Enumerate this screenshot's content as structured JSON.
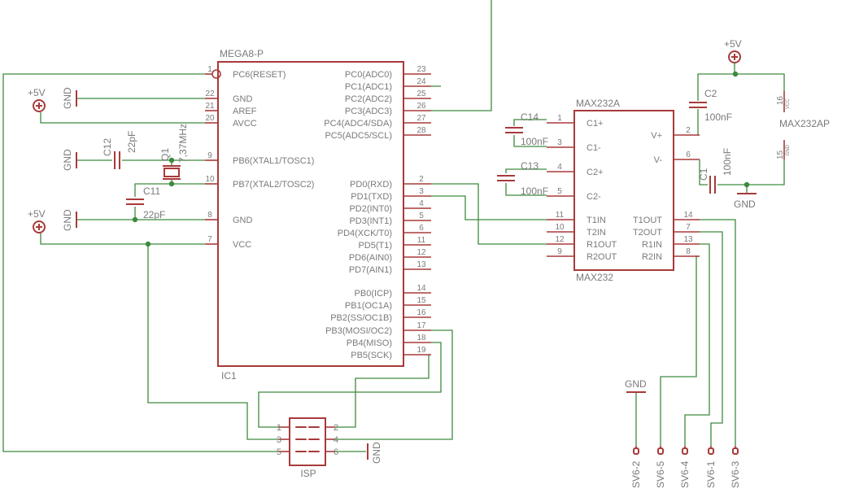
{
  "ic1": {
    "name": "IC1",
    "value": "MEGA8-P",
    "left_pins": [
      {
        "num": "1",
        "label": "PC6(RESET)"
      },
      {
        "num": "22",
        "label": "GND"
      },
      {
        "num": "21",
        "label": "AREF"
      },
      {
        "num": "20",
        "label": "AVCC"
      },
      {
        "num": "9",
        "label": "PB6(XTAL1/TOSC1)"
      },
      {
        "num": "10",
        "label": "PB7(XTAL2/TOSC2)"
      },
      {
        "num": "8",
        "label": "GND"
      },
      {
        "num": "7",
        "label": "VCC"
      }
    ],
    "right_pins": [
      {
        "num": "23",
        "label": "PC0(ADC0)"
      },
      {
        "num": "24",
        "label": "PC1(ADC1)"
      },
      {
        "num": "25",
        "label": "PC2(ADC2)"
      },
      {
        "num": "26",
        "label": "PC3(ADC3)"
      },
      {
        "num": "27",
        "label": "PC4(ADC4/SDA)"
      },
      {
        "num": "28",
        "label": "PC5(ADC5/SCL)"
      },
      {
        "num": "2",
        "label": "PD0(RXD)"
      },
      {
        "num": "3",
        "label": "PD1(TXD)"
      },
      {
        "num": "4",
        "label": "PD2(INT0)"
      },
      {
        "num": "5",
        "label": "PD3(INT1)"
      },
      {
        "num": "6",
        "label": "PD4(XCK/T0)"
      },
      {
        "num": "11",
        "label": "PD5(T1)"
      },
      {
        "num": "12",
        "label": "PD6(AIN0)"
      },
      {
        "num": "13",
        "label": "PD7(AIN1)"
      },
      {
        "num": "14",
        "label": "PB0(ICP)"
      },
      {
        "num": "15",
        "label": "PB1(OC1A)"
      },
      {
        "num": "16",
        "label": "PB2(SS/OC1B)"
      },
      {
        "num": "17",
        "label": "PB3(MOSI/OC2)"
      },
      {
        "num": "18",
        "label": "PB4(MISO)"
      },
      {
        "num": "19",
        "label": "PB5(SCK)"
      }
    ]
  },
  "max232": {
    "name": "MAX232A",
    "value": "MAX232",
    "power_name": "MAX232AP",
    "left_pins": [
      {
        "num": "1",
        "label": "C1+"
      },
      {
        "num": "3",
        "label": "C1-"
      },
      {
        "num": "4",
        "label": "C2+"
      },
      {
        "num": "5",
        "label": "C2-"
      },
      {
        "num": "11",
        "label": "T1IN"
      },
      {
        "num": "10",
        "label": "T2IN"
      },
      {
        "num": "12",
        "label": "R1OUT"
      },
      {
        "num": "9",
        "label": "R2OUT"
      }
    ],
    "right_pins": [
      {
        "num": "2",
        "label": "V+"
      },
      {
        "num": "6",
        "label": "V-"
      },
      {
        "num": "14",
        "label": "T1OUT"
      },
      {
        "num": "7",
        "label": "T2OUT"
      },
      {
        "num": "13",
        "label": "R1IN"
      },
      {
        "num": "8",
        "label": "R2IN"
      }
    ],
    "power_pins": [
      {
        "num": "16",
        "label": "VCC"
      },
      {
        "num": "15",
        "label": "GND"
      }
    ]
  },
  "caps": {
    "c1": {
      "name": "C1",
      "value": "100nF"
    },
    "c2": {
      "name": "C2",
      "value": "100nF"
    },
    "c11": {
      "name": "C11",
      "value": "22pF"
    },
    "c12": {
      "name": "C12",
      "value": "22pF"
    },
    "c13": {
      "name": "C13",
      "value": "100nF"
    },
    "c14": {
      "name": "C14",
      "value": "100nF"
    }
  },
  "crystal": {
    "name": "Q1",
    "value": "7,37MHz"
  },
  "isp": {
    "name": "ISP",
    "pins": [
      "1",
      "2",
      "3",
      "4",
      "5",
      "6"
    ]
  },
  "sv6": [
    "SV6-2",
    "SV6-5",
    "SV6-4",
    "SV6-1",
    "SV6-3"
  ],
  "power": {
    "plus5v": "+5V",
    "gnd": "GND"
  }
}
